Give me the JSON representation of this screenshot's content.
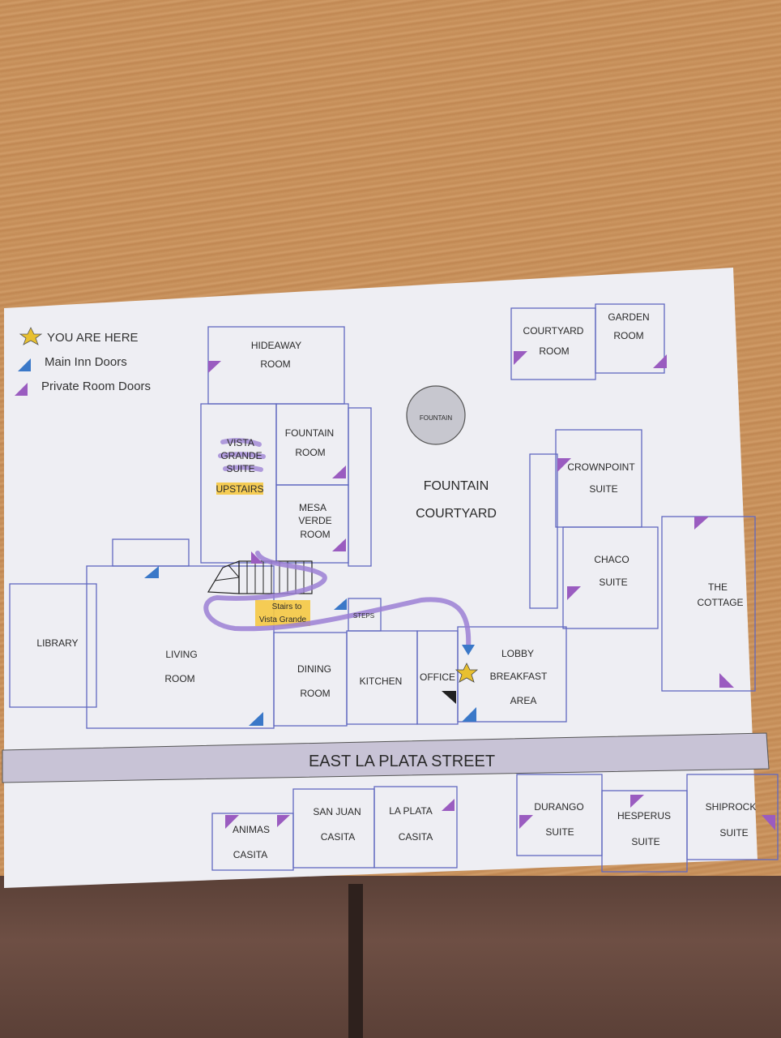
{
  "legend": {
    "you_are_here": "YOU ARE HERE",
    "main_doors": "Main Inn Doors",
    "private_doors": "Private Room Doors"
  },
  "rooms": {
    "hideaway_1": "HIDEAWAY",
    "hideaway_2": "ROOM",
    "fountain_room_1": "FOUNTAIN",
    "fountain_room_2": "ROOM",
    "mesa_1": "MESA",
    "mesa_2": "VERDE",
    "mesa_3": "ROOM",
    "vista_1": "VISTA",
    "vista_2": "GRANDE",
    "vista_3": "SUITE",
    "upstairs": "UPSTAIRS",
    "courtyard_room_1": "COURTYARD",
    "courtyard_room_2": "ROOM",
    "garden_1": "GARDEN",
    "garden_2": "ROOM",
    "fountain": "FOUNTAIN",
    "fountain_courtyard_1": "FOUNTAIN",
    "fountain_courtyard_2": "COURTYARD",
    "crownpoint_1": "CROWNPOINT",
    "crownpoint_2": "SUITE",
    "chaco_1": "CHACO",
    "chaco_2": "SUITE",
    "cottage_1": "THE",
    "cottage_2": "COTTAGE",
    "library": "LIBRARY",
    "living_1": "LIVING",
    "living_2": "ROOM",
    "stairs_1": "Stairs to",
    "stairs_2": "Vista Grande",
    "steps": "STEPS",
    "dining_1": "DINING",
    "dining_2": "ROOM",
    "kitchen": "KITCHEN",
    "office": "OFFICE",
    "lobby_1": "LOBBY",
    "lobby_2": "BREAKFAST",
    "lobby_3": "AREA",
    "street": "EAST   LA PLATA   STREET",
    "animas_1": "ANIMAS",
    "animas_2": "CASITA",
    "sanjuan_1": "SAN  JUAN",
    "sanjuan_2": "CASITA",
    "laplata_1": "LA PLATA",
    "laplata_2": "CASITA",
    "durango_1": "DURANGO",
    "durango_2": "SUITE",
    "hesperus_1": "HESPERUS",
    "hesperus_2": "SUITE",
    "shiprock_1": "SHIPROCK",
    "shiprock_2": "SUITE"
  },
  "colors": {
    "main_door": "#3a78c8",
    "private_door": "#9a5cc0",
    "highlight": "#f5c842",
    "route": "#9b7fd4",
    "star": "#e8c030"
  }
}
